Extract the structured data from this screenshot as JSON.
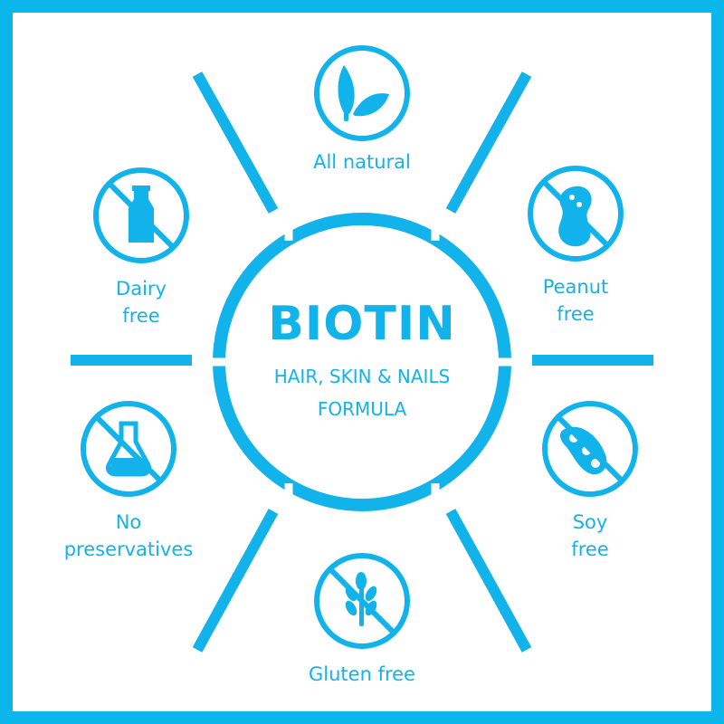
{
  "colors": {
    "accent": "#12b3ea",
    "frame": "#0bb7ea",
    "background": "#ffffff"
  },
  "center": {
    "title": "BIOTIN",
    "subtitle_line1": "HAIR, SKIN & NAILS",
    "subtitle_line2": "FORMULA"
  },
  "features": [
    {
      "icon": "leaf-icon",
      "line1": "All natural",
      "line2": ""
    },
    {
      "icon": "no-peanut-icon",
      "line1": "Peanut",
      "line2": "free"
    },
    {
      "icon": "no-soy-icon",
      "line1": "Soy",
      "line2": "free"
    },
    {
      "icon": "no-wheat-icon",
      "line1": "Gluten free",
      "line2": ""
    },
    {
      "icon": "no-flask-icon",
      "line1": "No",
      "line2": "preservatives"
    },
    {
      "icon": "no-milk-bottle-icon",
      "line1": "Dairy",
      "line2": "free"
    }
  ]
}
